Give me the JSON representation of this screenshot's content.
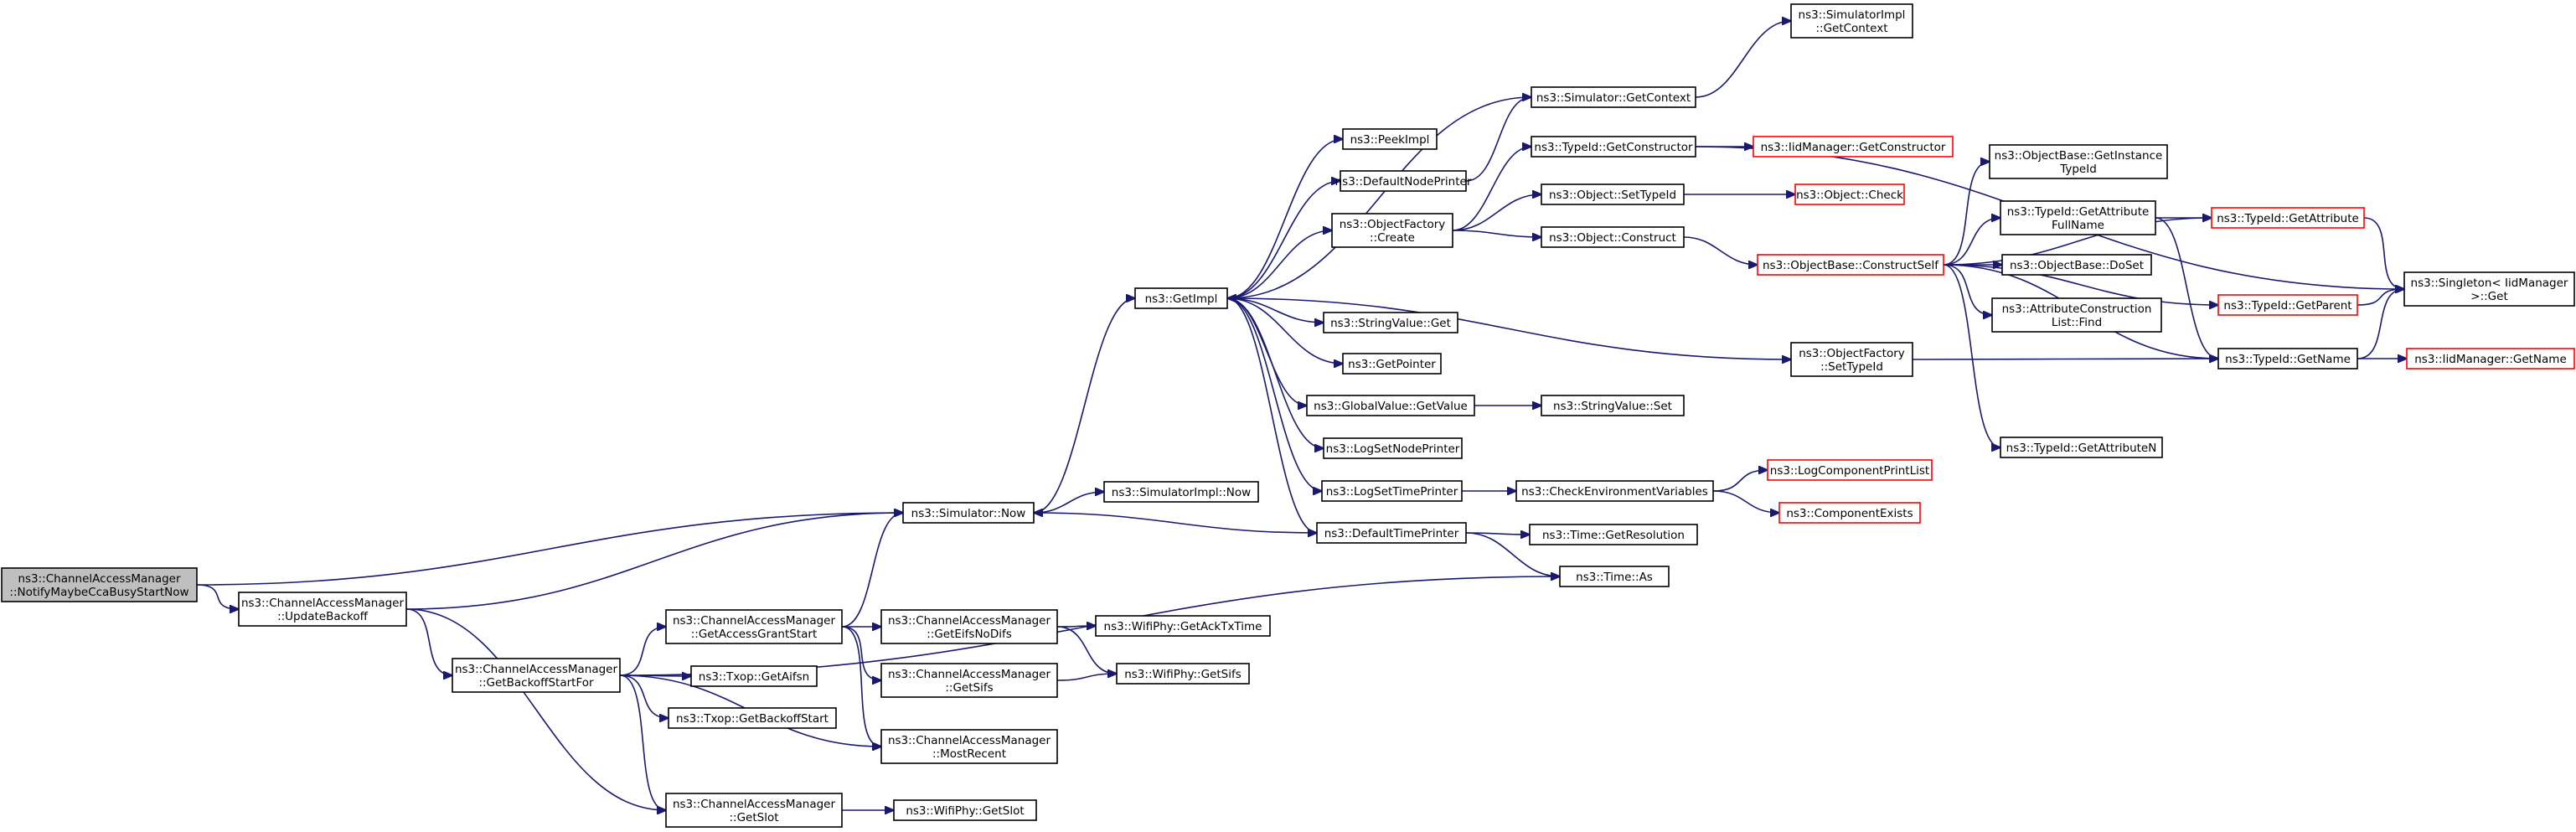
{
  "colors": {
    "edge": "#191970",
    "node_border_normal": "#000000",
    "node_border_truncated": "#ff0000",
    "node_fill": "#ffffff",
    "root_fill": "#bfbfbf"
  },
  "nodes": [
    {
      "id": "n_notify",
      "lines": [
        "ns3::ChannelAccessManager",
        "::NotifyMaybeCcaBusyStartNow"
      ],
      "style": "root"
    },
    {
      "id": "n_updbackoff",
      "lines": [
        "ns3::ChannelAccessManager",
        "::UpdateBackoff"
      ],
      "style": "normal"
    },
    {
      "id": "n_getbackoffstart",
      "lines": [
        "ns3::ChannelAccessManager",
        "::GetBackoffStartFor"
      ],
      "style": "normal"
    },
    {
      "id": "n_getaccessgrant",
      "lines": [
        "ns3::ChannelAccessManager",
        "::GetAccessGrantStart"
      ],
      "style": "normal"
    },
    {
      "id": "n_getslot_cam",
      "lines": [
        "ns3::ChannelAccessManager",
        "::GetSlot"
      ],
      "style": "normal"
    },
    {
      "id": "n_txop_aifsn",
      "lines": [
        "ns3::Txop::GetAifsn"
      ],
      "style": "normal"
    },
    {
      "id": "n_txop_backoffstart",
      "lines": [
        "ns3::Txop::GetBackoffStart"
      ],
      "style": "normal"
    },
    {
      "id": "n_sim_now",
      "lines": [
        "ns3::Simulator::Now"
      ],
      "style": "normal"
    },
    {
      "id": "n_geteifs",
      "lines": [
        "ns3::ChannelAccessManager",
        "::GetEifsNoDifs"
      ],
      "style": "normal"
    },
    {
      "id": "n_getsifs_cam",
      "lines": [
        "ns3::ChannelAccessManager",
        "::GetSifs"
      ],
      "style": "normal"
    },
    {
      "id": "n_mostrecent",
      "lines": [
        "ns3::ChannelAccessManager",
        "::MostRecent"
      ],
      "style": "normal"
    },
    {
      "id": "n_wifi_getslot",
      "lines": [
        "ns3::WifiPhy::GetSlot"
      ],
      "style": "normal"
    },
    {
      "id": "n_getimpl",
      "lines": [
        "ns3::GetImpl"
      ],
      "style": "normal"
    },
    {
      "id": "n_simimpl_now",
      "lines": [
        "ns3::SimulatorImpl::Now"
      ],
      "style": "normal"
    },
    {
      "id": "n_wifi_getacktx",
      "lines": [
        "ns3::WifiPhy::GetAckTxTime"
      ],
      "style": "normal"
    },
    {
      "id": "n_wifi_getsifs",
      "lines": [
        "ns3::WifiPhy::GetSifs"
      ],
      "style": "normal"
    },
    {
      "id": "n_peekimpl",
      "lines": [
        "ns3::PeekImpl"
      ],
      "style": "normal"
    },
    {
      "id": "n_defnodeprinter",
      "lines": [
        "ns3::DefaultNodePrinter"
      ],
      "style": "normal"
    },
    {
      "id": "n_objfactory_create",
      "lines": [
        "ns3::ObjectFactory",
        "::Create"
      ],
      "style": "normal"
    },
    {
      "id": "n_stringvalue_get",
      "lines": [
        "ns3::StringValue::Get"
      ],
      "style": "normal"
    },
    {
      "id": "n_getpointer",
      "lines": [
        "ns3::GetPointer"
      ],
      "style": "normal"
    },
    {
      "id": "n_globalvalue_get",
      "lines": [
        "ns3::GlobalValue::GetValue"
      ],
      "style": "normal"
    },
    {
      "id": "n_logsetnode",
      "lines": [
        "ns3::LogSetNodePrinter"
      ],
      "style": "normal"
    },
    {
      "id": "n_logsettime",
      "lines": [
        "ns3::LogSetTimePrinter"
      ],
      "style": "normal"
    },
    {
      "id": "n_deftimeprinter",
      "lines": [
        "ns3::DefaultTimePrinter"
      ],
      "style": "normal"
    },
    {
      "id": "n_sim_getcontext",
      "lines": [
        "ns3::Simulator::GetContext"
      ],
      "style": "normal"
    },
    {
      "id": "n_typeid_getconstructor",
      "lines": [
        "ns3::TypeId::GetConstructor"
      ],
      "style": "normal"
    },
    {
      "id": "n_obj_settypeid",
      "lines": [
        "ns3::Object::SetTypeId"
      ],
      "style": "normal"
    },
    {
      "id": "n_obj_construct",
      "lines": [
        "ns3::Object::Construct"
      ],
      "style": "normal"
    },
    {
      "id": "n_objfactory_settypeid",
      "lines": [
        "ns3::ObjectFactory",
        "::SetTypeId"
      ],
      "style": "normal"
    },
    {
      "id": "n_stringvalue_set",
      "lines": [
        "ns3::StringValue::Set"
      ],
      "style": "normal"
    },
    {
      "id": "n_checkenv",
      "lines": [
        "ns3::CheckEnvironmentVariables"
      ],
      "style": "normal"
    },
    {
      "id": "n_time_getres",
      "lines": [
        "ns3::Time::GetResolution"
      ],
      "style": "normal"
    },
    {
      "id": "n_time_as",
      "lines": [
        "ns3::Time::As"
      ],
      "style": "normal"
    },
    {
      "id": "n_simimpl_getcontext",
      "lines": [
        "ns3::SimulatorImpl",
        "::GetContext"
      ],
      "style": "normal"
    },
    {
      "id": "n_iidmgr_getconstructor",
      "lines": [
        "ns3::IidManager::GetConstructor"
      ],
      "style": "truncated"
    },
    {
      "id": "n_obj_check",
      "lines": [
        "ns3::Object::Check"
      ],
      "style": "truncated"
    },
    {
      "id": "n_objbase_constructself",
      "lines": [
        "ns3::ObjectBase::ConstructSelf"
      ],
      "style": "truncated"
    },
    {
      "id": "n_logcomponentprintlist",
      "lines": [
        "ns3::LogComponentPrintList"
      ],
      "style": "truncated"
    },
    {
      "id": "n_componentexists",
      "lines": [
        "ns3::ComponentExists"
      ],
      "style": "truncated"
    },
    {
      "id": "n_objbase_getinstancetypeid",
      "lines": [
        "ns3::ObjectBase::GetInstance",
        "TypeId"
      ],
      "style": "normal"
    },
    {
      "id": "n_typeid_getattrfullname",
      "lines": [
        "ns3::TypeId::GetAttribute",
        "FullName"
      ],
      "style": "normal"
    },
    {
      "id": "n_objbase_doset",
      "lines": [
        "ns3::ObjectBase::DoSet"
      ],
      "style": "normal"
    },
    {
      "id": "n_attrconstruction_find",
      "lines": [
        "ns3::AttributeConstruction",
        "List::Find"
      ],
      "style": "normal"
    },
    {
      "id": "n_typeid_getattrn",
      "lines": [
        "ns3::TypeId::GetAttributeN"
      ],
      "style": "normal"
    },
    {
      "id": "n_typeid_getattribute",
      "lines": [
        "ns3::TypeId::GetAttribute"
      ],
      "style": "truncated"
    },
    {
      "id": "n_typeid_getparent",
      "lines": [
        "ns3::TypeId::GetParent"
      ],
      "style": "truncated"
    },
    {
      "id": "n_typeid_getname",
      "lines": [
        "ns3::TypeId::GetName"
      ],
      "style": "normal"
    },
    {
      "id": "n_singleton_get",
      "lines": [
        "ns3::Singleton< IidManager",
        ">::Get"
      ],
      "style": "normal"
    },
    {
      "id": "n_iidmgr_getname",
      "lines": [
        "ns3::IidManager::GetName"
      ],
      "style": "truncated"
    }
  ],
  "edges": [
    {
      "from": "n_notify",
      "to": "n_updbackoff"
    },
    {
      "from": "n_notify",
      "to": "n_sim_now"
    },
    {
      "from": "n_updbackoff",
      "to": "n_sim_now"
    },
    {
      "from": "n_updbackoff",
      "to": "n_getbackoffstart"
    },
    {
      "from": "n_updbackoff",
      "to": "n_getslot_cam"
    },
    {
      "from": "n_getbackoffstart",
      "to": "n_getaccessgrant"
    },
    {
      "from": "n_getbackoffstart",
      "to": "n_txop_aifsn"
    },
    {
      "from": "n_getbackoffstart",
      "to": "n_txop_backoffstart"
    },
    {
      "from": "n_getbackoffstart",
      "to": "n_mostrecent"
    },
    {
      "from": "n_getbackoffstart",
      "to": "n_getslot_cam"
    },
    {
      "from": "n_getbackoffstart",
      "to": "n_time_as"
    },
    {
      "from": "n_getaccessgrant",
      "to": "n_sim_now"
    },
    {
      "from": "n_getaccessgrant",
      "to": "n_geteifs"
    },
    {
      "from": "n_getaccessgrant",
      "to": "n_getsifs_cam"
    },
    {
      "from": "n_getaccessgrant",
      "to": "n_mostrecent"
    },
    {
      "from": "n_getslot_cam",
      "to": "n_wifi_getslot"
    },
    {
      "from": "n_sim_now",
      "to": "n_getimpl"
    },
    {
      "from": "n_sim_now",
      "to": "n_simimpl_now"
    },
    {
      "from": "n_geteifs",
      "to": "n_wifi_getacktx"
    },
    {
      "from": "n_geteifs",
      "to": "n_wifi_getsifs"
    },
    {
      "from": "n_getsifs_cam",
      "to": "n_wifi_getsifs"
    },
    {
      "from": "n_getimpl",
      "to": "n_peekimpl"
    },
    {
      "from": "n_getimpl",
      "to": "n_defnodeprinter"
    },
    {
      "from": "n_getimpl",
      "to": "n_objfactory_create"
    },
    {
      "from": "n_getimpl",
      "to": "n_stringvalue_get"
    },
    {
      "from": "n_getimpl",
      "to": "n_getpointer"
    },
    {
      "from": "n_getimpl",
      "to": "n_globalvalue_get"
    },
    {
      "from": "n_getimpl",
      "to": "n_logsetnode"
    },
    {
      "from": "n_getimpl",
      "to": "n_logsettime"
    },
    {
      "from": "n_getimpl",
      "to": "n_deftimeprinter"
    },
    {
      "from": "n_getimpl",
      "to": "n_objfactory_settypeid"
    },
    {
      "from": "n_sim_getcontext",
      "to": "n_getimpl"
    },
    {
      "from": "n_sim_getcontext",
      "to": "n_simimpl_getcontext"
    },
    {
      "from": "n_defnodeprinter",
      "to": "n_sim_getcontext"
    },
    {
      "from": "n_objfactory_create",
      "to": "n_typeid_getconstructor"
    },
    {
      "from": "n_objfactory_create",
      "to": "n_obj_settypeid"
    },
    {
      "from": "n_objfactory_create",
      "to": "n_obj_construct"
    },
    {
      "from": "n_typeid_getconstructor",
      "to": "n_iidmgr_getconstructor"
    },
    {
      "from": "n_typeid_getconstructor",
      "to": "n_singleton_get"
    },
    {
      "from": "n_obj_settypeid",
      "to": "n_obj_check"
    },
    {
      "from": "n_obj_construct",
      "to": "n_objbase_constructself"
    },
    {
      "from": "n_globalvalue_get",
      "to": "n_stringvalue_set"
    },
    {
      "from": "n_logsettime",
      "to": "n_checkenv"
    },
    {
      "from": "n_checkenv",
      "to": "n_logcomponentprintlist"
    },
    {
      "from": "n_checkenv",
      "to": "n_componentexists"
    },
    {
      "from": "n_deftimeprinter",
      "to": "n_sim_now"
    },
    {
      "from": "n_deftimeprinter",
      "to": "n_time_getres"
    },
    {
      "from": "n_deftimeprinter",
      "to": "n_time_as"
    },
    {
      "from": "n_objfactory_settypeid",
      "to": "n_typeid_getname"
    },
    {
      "from": "n_objbase_constructself",
      "to": "n_objbase_getinstancetypeid"
    },
    {
      "from": "n_objbase_constructself",
      "to": "n_typeid_getattrfullname"
    },
    {
      "from": "n_objbase_constructself",
      "to": "n_objbase_doset"
    },
    {
      "from": "n_objbase_constructself",
      "to": "n_attrconstruction_find"
    },
    {
      "from": "n_objbase_constructself",
      "to": "n_typeid_getattrn"
    },
    {
      "from": "n_objbase_constructself",
      "to": "n_typeid_getattribute"
    },
    {
      "from": "n_objbase_constructself",
      "to": "n_typeid_getparent"
    },
    {
      "from": "n_objbase_constructself",
      "to": "n_typeid_getname"
    },
    {
      "from": "n_typeid_getattrfullname",
      "to": "n_typeid_getattribute"
    },
    {
      "from": "n_typeid_getattrfullname",
      "to": "n_typeid_getname"
    },
    {
      "from": "n_typeid_getattribute",
      "to": "n_singleton_get"
    },
    {
      "from": "n_typeid_getparent",
      "to": "n_singleton_get"
    },
    {
      "from": "n_typeid_getname",
      "to": "n_singleton_get"
    },
    {
      "from": "n_typeid_getname",
      "to": "n_iidmgr_getname"
    }
  ]
}
